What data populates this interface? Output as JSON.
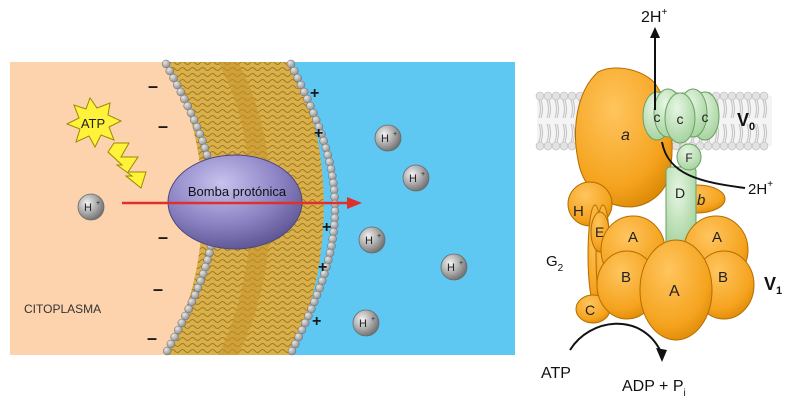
{
  "left_panel": {
    "atp_label": "ATP",
    "pump_label": "Bomba protónica",
    "cytoplasm_label": "CITOPLASMA",
    "proton_label": "H",
    "proton_charge": "+",
    "minus_sign": "–",
    "plus_sign": "+"
  },
  "right_panel": {
    "top_protons": "2H",
    "side_protons": "2H",
    "proton_charge": "+",
    "v0_label": "V",
    "v0_sub": "0",
    "v1_label": "V",
    "v1_sub": "1",
    "subunit_a": "a",
    "subunit_b": "b",
    "subunit_c": "c",
    "subunit_F": "F",
    "subunit_D": "D",
    "subunit_H": "H",
    "subunit_E": "E",
    "subunit_G": "G",
    "subunit_G_sub": "2",
    "subunit_C": "C",
    "subunit_A": "A",
    "subunit_B": "B",
    "atp_label": "ATP",
    "adp_label": "ADP + P",
    "pi_sub": "i"
  },
  "colors": {
    "cytoplasm": "#fcd3ad",
    "lumen": "#5fc8f2",
    "membrane_core": "#d9b04a",
    "pump": "#8e86c6",
    "arrow": "#e0302c",
    "atp_burst": "#fff23a",
    "v_atpase_orange": "#f5a31e",
    "c_ring_green": "#c2e3bd"
  }
}
